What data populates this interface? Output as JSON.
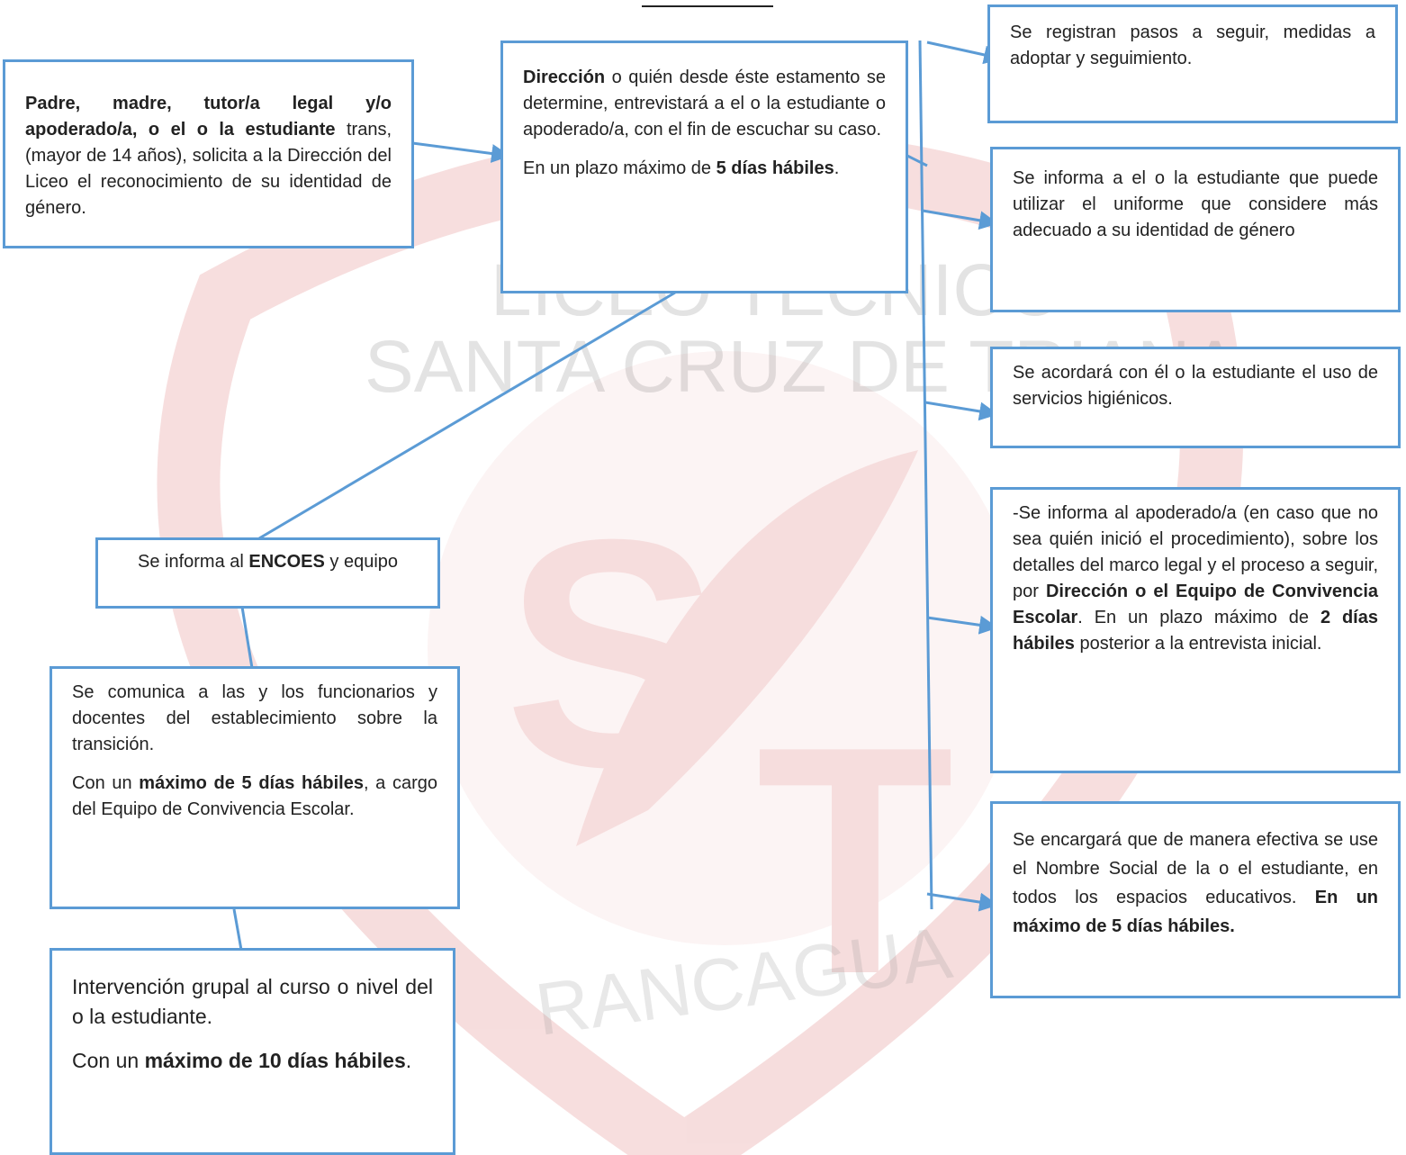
{
  "watermark": {
    "line1": "LICEO TÉCNICO",
    "line2": "SANTA CRUZ DE TRIANA",
    "city": "RANCAGUA",
    "color": "#c00000"
  },
  "accent_color": "#5b9bd5",
  "boxes": {
    "solicitud": {
      "p1_bold": "Padre, madre, tutor/a legal y/o apoderado/a, o el o la estudiante",
      "p1_rest": " trans, (mayor de 14 años), solicita a la Dirección del Liceo el reconocimiento de su identidad de género."
    },
    "direccion": {
      "p1_bold": "Dirección",
      "p1_rest": " o quién desde éste estamento se determine, entrevistará a el o la estudiante o apoderado/a, con el fin de escuchar su caso.",
      "p2_pre": "En un plazo máximo de ",
      "p2_bold": "5 días hábiles",
      "p2_post": "."
    },
    "encoes": {
      "pre": "Se informa al ",
      "bold": "ENCOES",
      "post": " y equipo"
    },
    "comunica": {
      "p1": "Se comunica a las y los funcionarios y docentes del establecimiento sobre la transición.",
      "p2_pre": "Con un ",
      "p2_bold": "máximo de 5 días hábiles",
      "p2_post": ", a cargo del Equipo de Convivencia Escolar."
    },
    "intervencion": {
      "p1": "Intervención grupal al curso o nivel del o la estudiante.",
      "p2_pre": "Con un ",
      "p2_bold": "máximo de 10 días hábiles",
      "p2_post": "."
    },
    "registro": {
      "text": "Se registran pasos a seguir, medidas a adoptar  y seguimiento."
    },
    "uniforme": {
      "text": "Se informa a el o la estudiante que puede utilizar el uniforme que considere más adecuado a su identidad de género"
    },
    "servicios": {
      "text": "Se acordará con él o la estudiante el uso de servicios higiénicos."
    },
    "apoderado": {
      "t1": "-Se informa al apoderado/a (en caso que no sea quién inició el procedimiento), sobre los detalles del marco legal y el proceso a seguir, por ",
      "b1": "Dirección o el Equipo de Convivencia Escolar",
      "t2": ". En un plazo máximo de ",
      "b2": "2 días hábiles",
      "t3": " posterior a la entrevista inicial."
    },
    "nombre_social": {
      "t1": "Se encargará que de manera efectiva se use el Nombre Social de la o el estudiante, en todos los espacios educativos. ",
      "b1": "En un máximo de 5 días hábiles."
    }
  }
}
